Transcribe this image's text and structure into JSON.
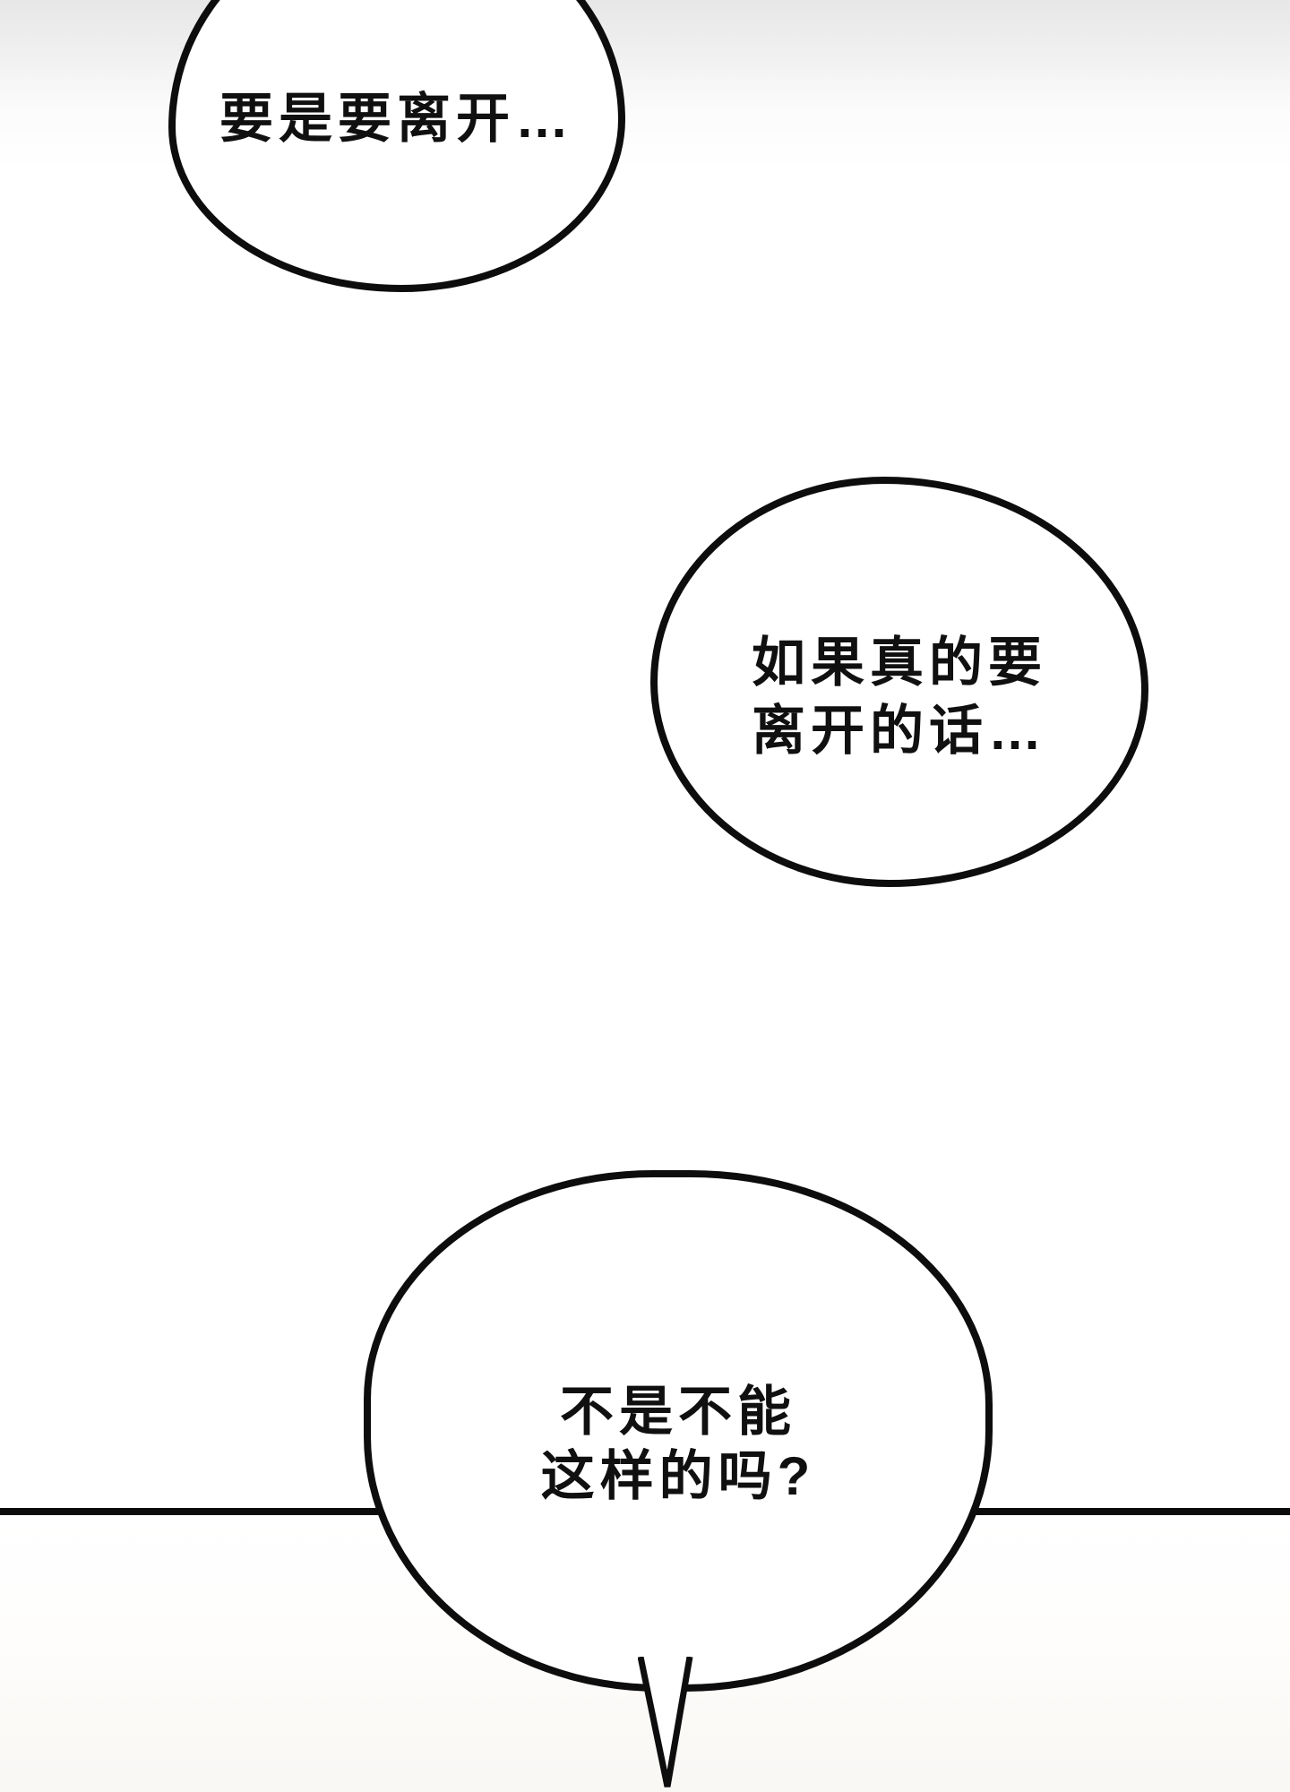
{
  "page": {
    "ink_color": "#0d0d0d",
    "background_top_color": "#e7e7e7",
    "background_middle_color": "#ffffff",
    "background_bottom_color": "#faf8f5"
  },
  "bubbles": [
    {
      "text": "要是要离开…"
    },
    {
      "lines": [
        "如果真的要",
        "离开的话…"
      ]
    },
    {
      "lines": [
        "不是不能",
        "这样的吗?"
      ]
    }
  ]
}
